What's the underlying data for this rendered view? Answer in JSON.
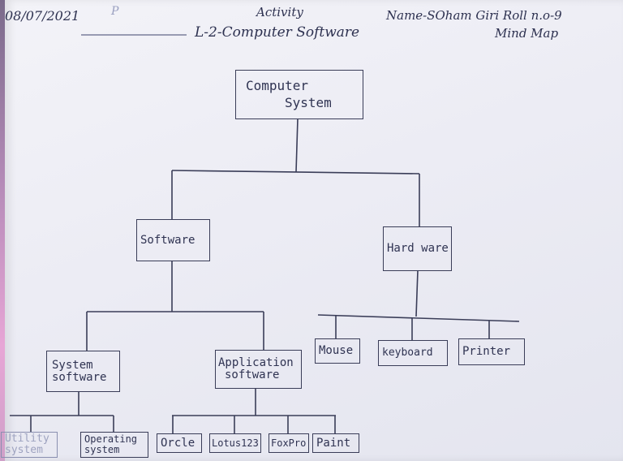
{
  "header": {
    "date": "08/07/2021",
    "date_mark": "P",
    "activity": "Activity",
    "name_roll": "Name-SOham Giri Roll n.o-9",
    "topic": "L-2-Computer Software",
    "mind_map": "Mind Map"
  },
  "diagram": {
    "root": [
      "Computer",
      "System"
    ],
    "software": "Software",
    "hardware": "Hard ware",
    "system_software": [
      "System",
      "software"
    ],
    "application_software": [
      "Application",
      "software"
    ],
    "utility_system": [
      "Utility",
      "system"
    ],
    "operating_system": [
      "Operating",
      "system"
    ],
    "oracle": "Orcle",
    "lotus": "Lotus123",
    "foxpro": "FoxPro",
    "paint": "Paint",
    "mouse": "Mouse",
    "keyboard": "keyboard",
    "printer": "Printer"
  }
}
